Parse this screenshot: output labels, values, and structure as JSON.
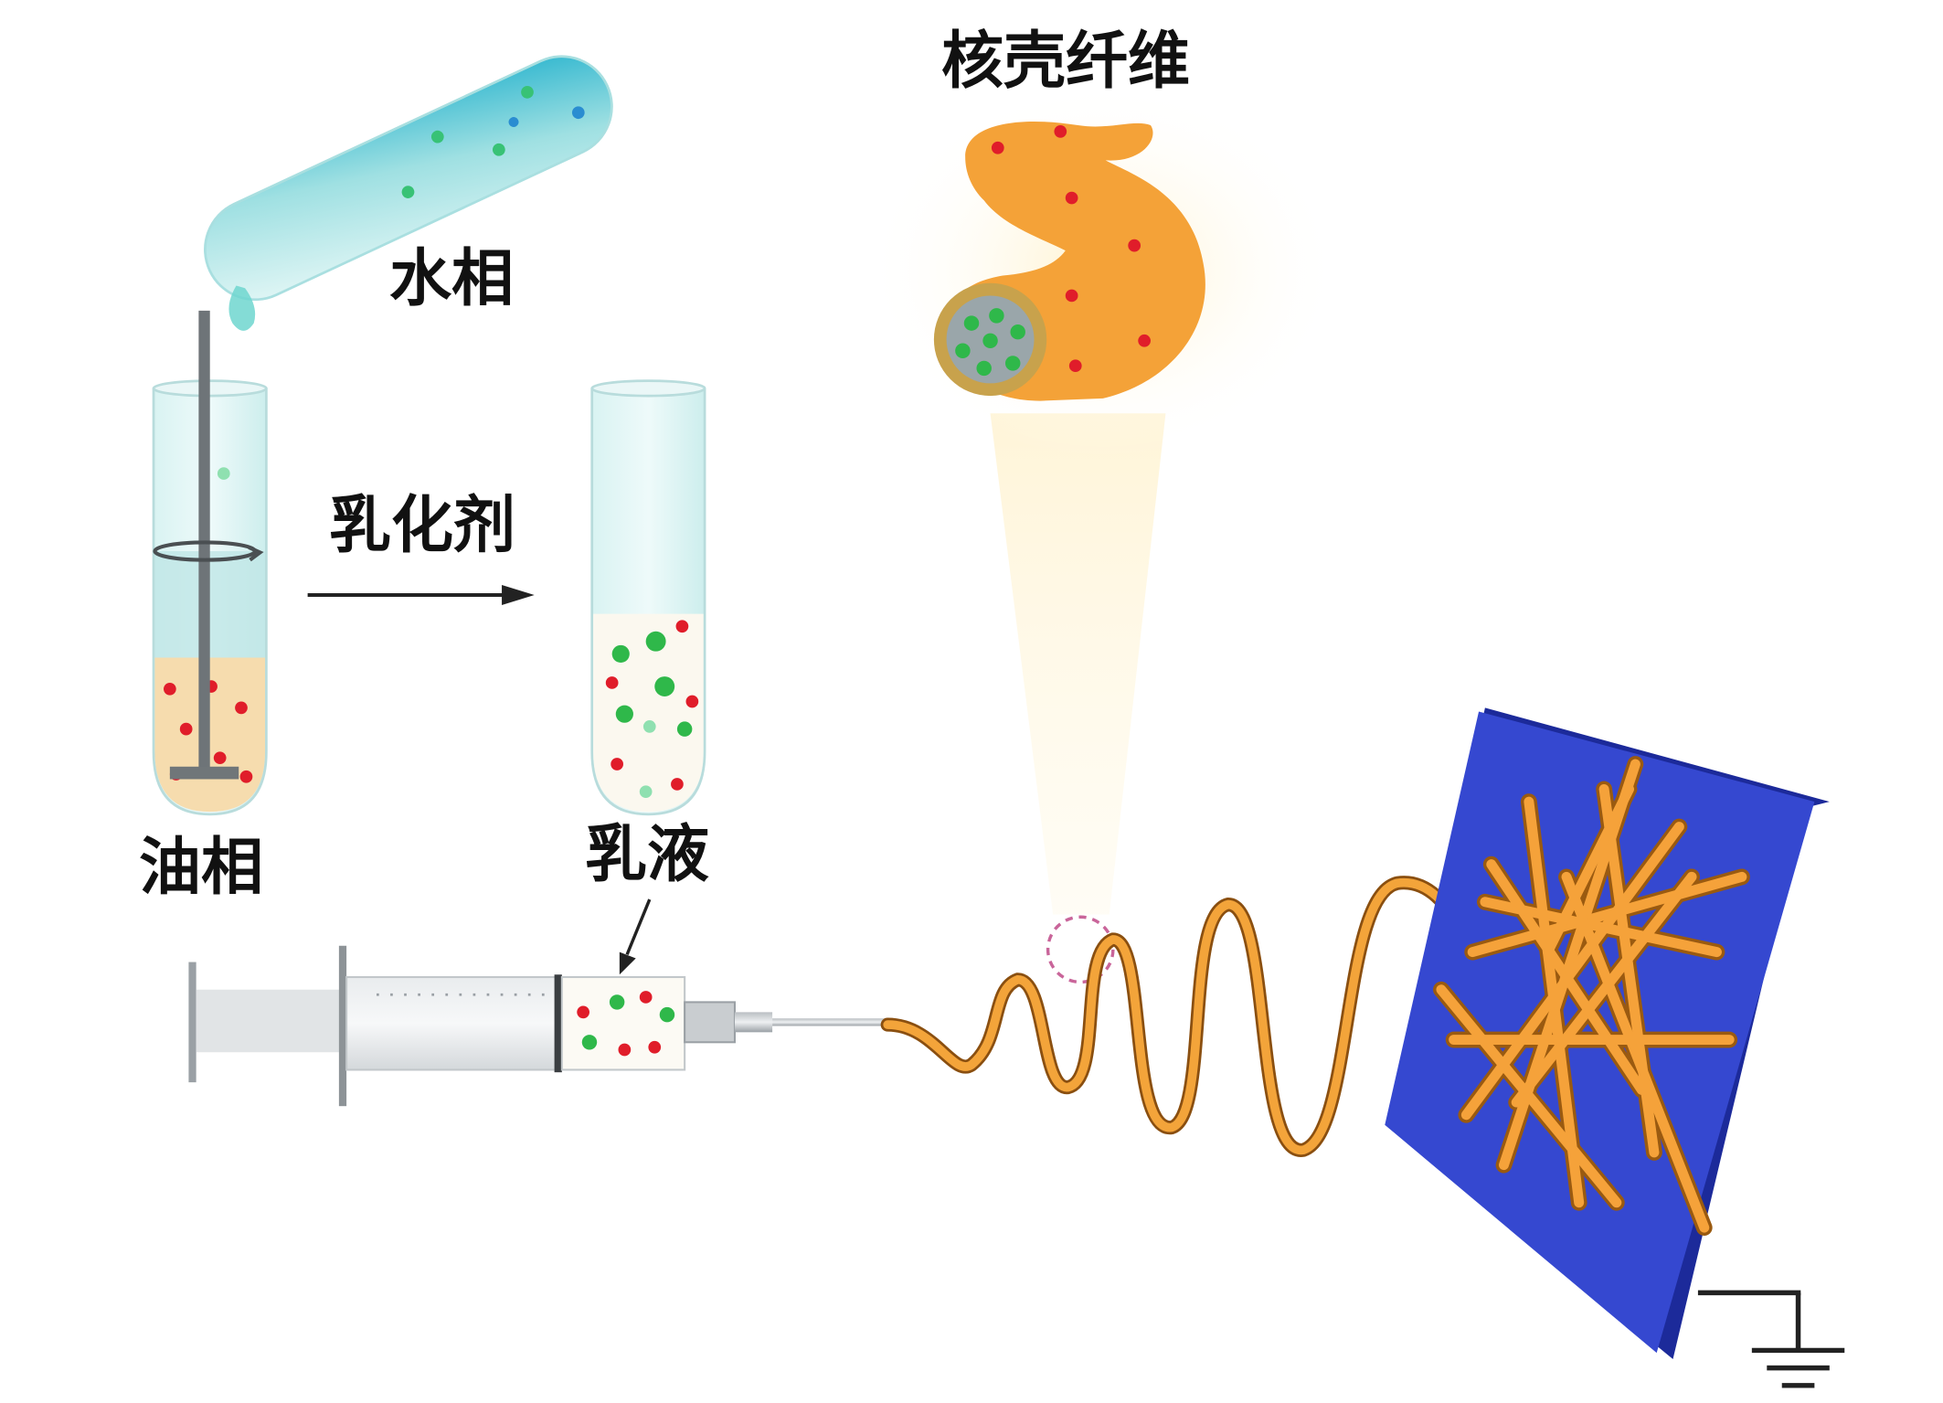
{
  "labels": {
    "aqueous_phase": "水相",
    "oil_phase": "油相",
    "emulsifier": "乳化剂",
    "emulsion_tube": "乳液",
    "core_shell_fiber": "核壳纤维"
  },
  "colors": {
    "aqueous": "#5fd3d0",
    "oil": "#f6dcae",
    "core_particle": "#2fb84a",
    "shell_particle": "#e01d2a",
    "fiber": "#f4a238",
    "collector": "#2a3bbf"
  },
  "icons": [
    "stirrer-icon",
    "ground-symbol-icon",
    "arrow-icon"
  ]
}
